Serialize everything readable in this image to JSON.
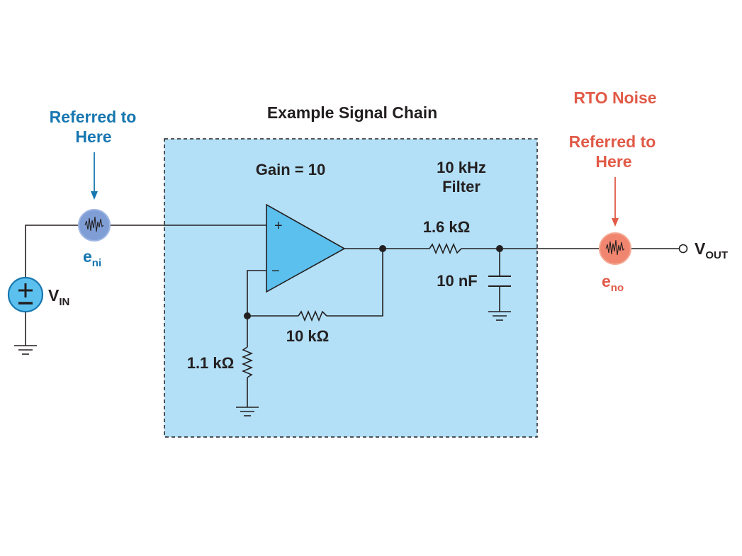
{
  "title": "Example Signal Chain",
  "rti": {
    "line1": "Referred to",
    "line2": "Here",
    "noise_label": "e",
    "noise_sub": "ni"
  },
  "rto": {
    "heading": "RTO Noise",
    "line1": "Referred to",
    "line2": "Here",
    "noise_label": "e",
    "noise_sub": "no"
  },
  "source": {
    "label": "V",
    "sub": "IN"
  },
  "output": {
    "label": "V",
    "sub": "OUT"
  },
  "gain_label": "Gain = 10",
  "filter": {
    "line1": "10 kHz",
    "line2": "Filter"
  },
  "components": {
    "r_filter": "1.6 kΩ",
    "c_filter": "10 nF",
    "r_feedback": "10 kΩ",
    "r_ground": "1.1 kΩ"
  },
  "opamp": {
    "plus": "+",
    "minus": "−"
  },
  "colors": {
    "box_fill": "#b3e0f7",
    "opamp_fill": "#5bc0ee",
    "rti_blue": "#1777b0",
    "rti_circle": "#7f9ed6",
    "rto_red": "#e15a47",
    "rto_circle": "#f0866f",
    "wire": "#231f20"
  }
}
